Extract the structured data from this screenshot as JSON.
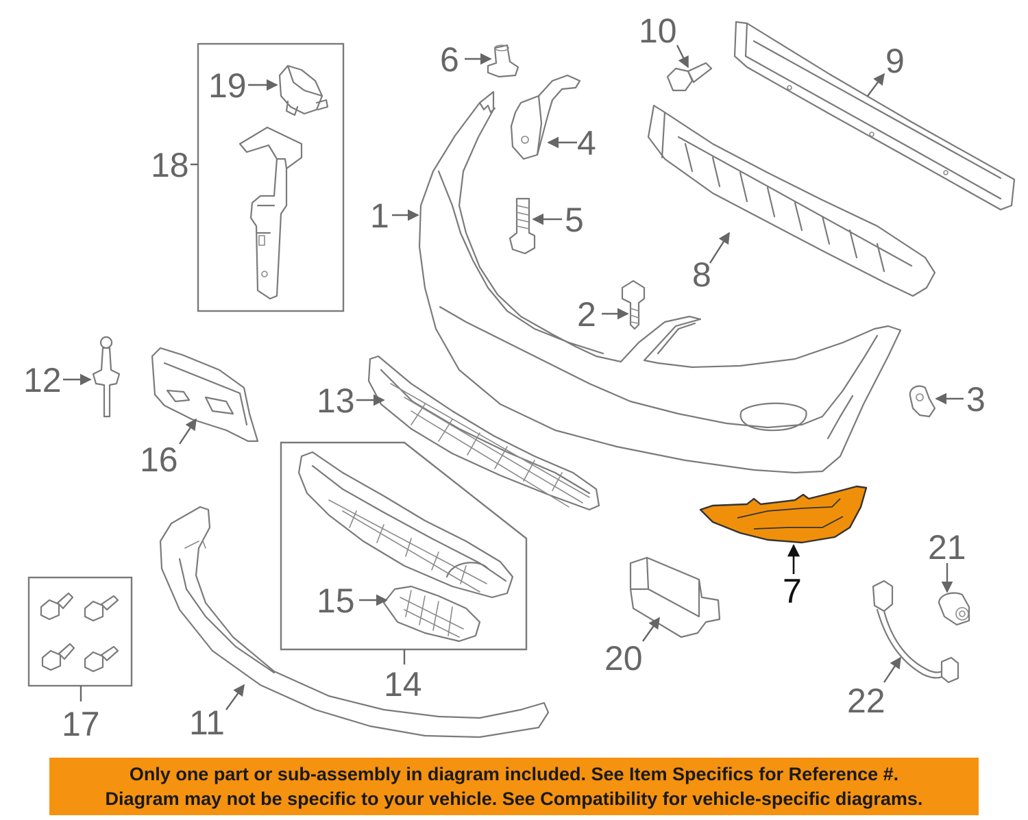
{
  "callouts": {
    "c1": "1",
    "c2": "2",
    "c3": "3",
    "c4": "4",
    "c5": "5",
    "c6": "6",
    "c7": "7",
    "c8": "8",
    "c9": "9",
    "c10": "10",
    "c11": "11",
    "c12": "12",
    "c13": "13",
    "c14": "14",
    "c15": "15",
    "c16": "16",
    "c17": "17",
    "c18": "18",
    "c19": "19",
    "c20": "20",
    "c21": "21",
    "c22": "22"
  },
  "highlight": {
    "part": "7",
    "color": "#f0900a"
  },
  "disclaimer": {
    "line1": "Only one part or sub-assembly in diagram included. See Item Specifics for Reference #.",
    "line2": "Diagram may not be specific to your vehicle. See Compatibility for vehicle-specific diagrams.",
    "background": "#f5920f"
  },
  "colors": {
    "linework": "#7a7a7a",
    "callout_text": "#666666",
    "highlight_outline": "#333333"
  }
}
